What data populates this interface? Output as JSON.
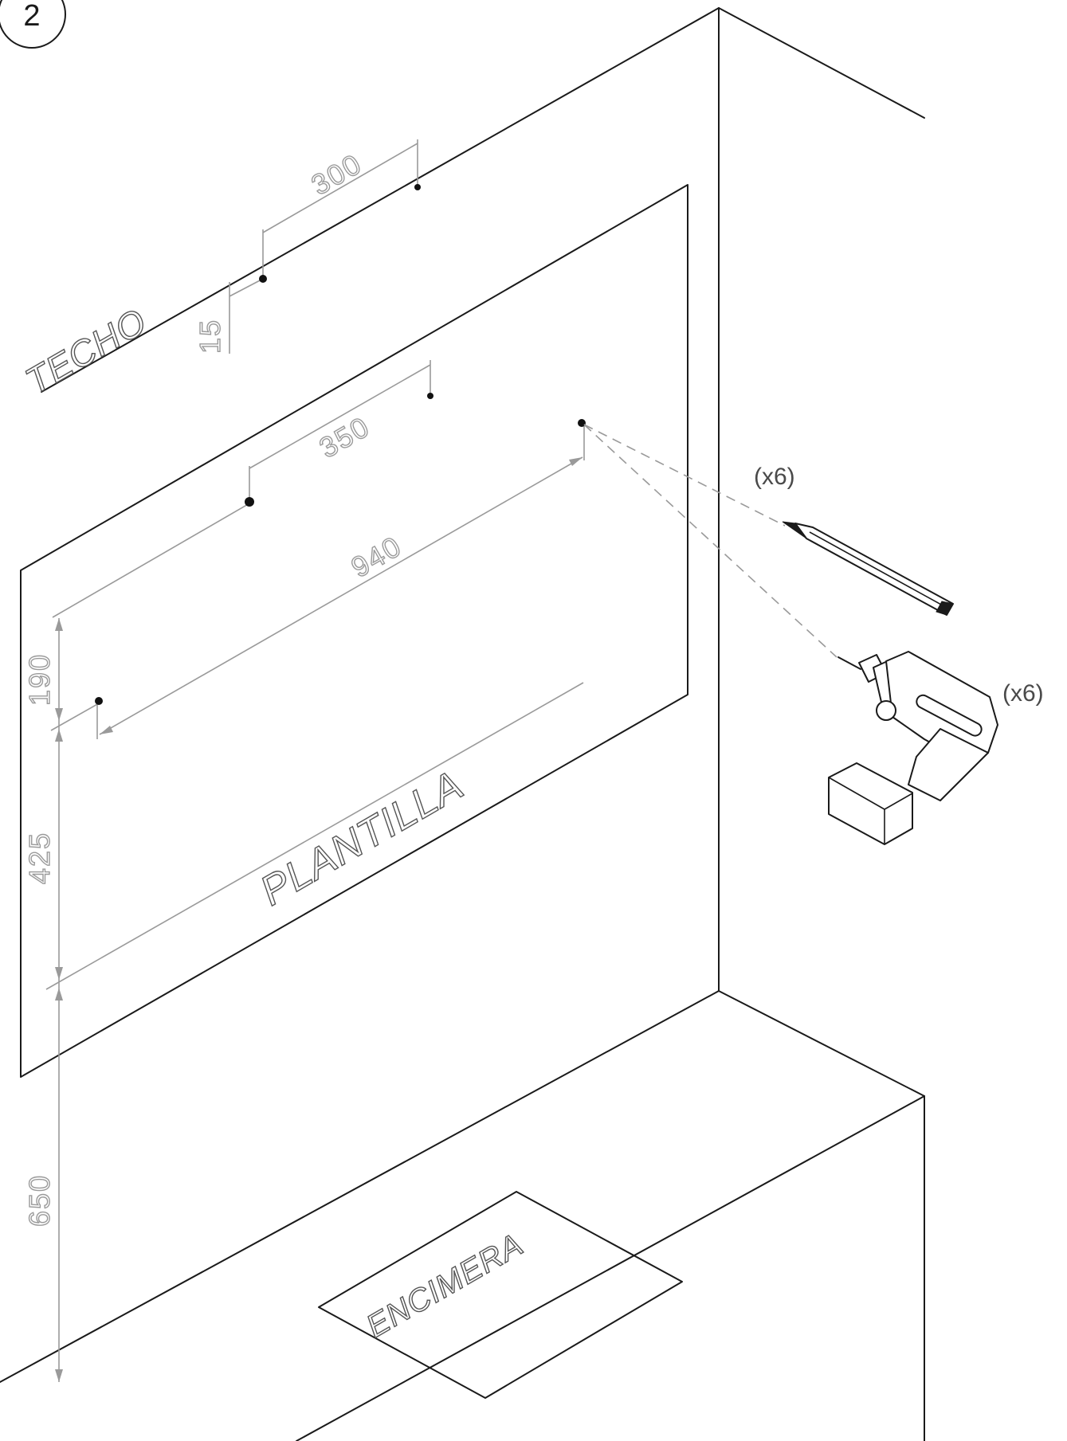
{
  "step": {
    "number": "2"
  },
  "labels": {
    "ceiling": "TECHO",
    "template": "PLANTILLA",
    "countertop": "ENCIMERA"
  },
  "dimensions": {
    "ceiling_gap": "15",
    "top_spacing": "300",
    "mid_spacing": "350",
    "width": "940",
    "upper_height": "190",
    "template_height": "425",
    "counter_gap": "650"
  },
  "tools": {
    "pencil_qty": "(x6)",
    "drill_qty": "(x6)"
  }
}
